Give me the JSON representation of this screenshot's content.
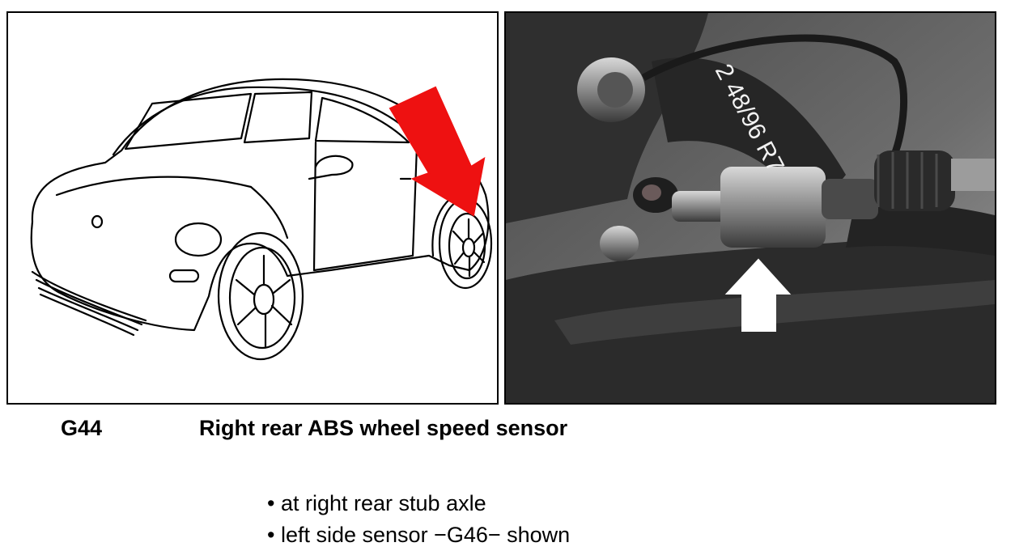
{
  "component": {
    "code": "G44",
    "title": "Right rear ABS wheel speed sensor"
  },
  "notes": [
    "at right rear stub axle",
    "left side sensor −G46− shown"
  ],
  "photo": {
    "stamp_text": "2 48/96 R7"
  },
  "colors": {
    "arrow_red": "#ee1111",
    "arrow_white": "#ffffff",
    "photo_dark": "#2b2b2b"
  },
  "icons": {
    "left_panel_pointer": "red-arrow-icon",
    "right_panel_pointer": "white-arrow-icon"
  }
}
